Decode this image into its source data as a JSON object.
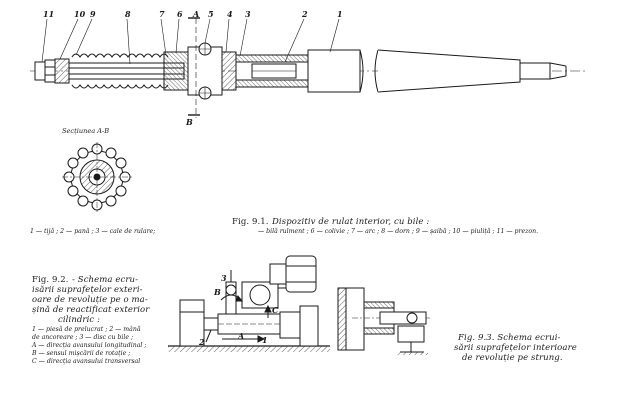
{
  "fig1": {
    "part_numbers": [
      "11",
      "10",
      "9",
      "8",
      "7",
      "6",
      "A",
      "5",
      "4",
      "3",
      "2",
      "1"
    ],
    "section_letter_bottom": "B",
    "section_title": "Secțiunea A-B",
    "caption_fig": "Fig. 9.1.",
    "caption_title": "Dispozitiv de rulat interior, cu bile :",
    "legend_line1": "1 — tijă ; 2 — pană ; 3 — cale de rulare;",
    "legend_line2": "— bilă rulment ; 6 — colivie ; 7 — arc ; 8 — dorn ; 9 — șaibă ; 10 — piuliță ; 11 — prezon."
  },
  "fig2": {
    "caption_fig": "Fig. 9.2.",
    "caption_lines": [
      "- Schema ecru-",
      "isării suprafețelor exteri-",
      "oare de revoluție pe o ma-",
      "șină de reactificat exterior",
      "cilindric :"
    ],
    "legend_lines": [
      "1 — piesă de prelucrat ; 2 — mână",
      "de ancoreare ; 3 — disc cu bile ;",
      "A — direcția avansului longitudinal ;",
      "B — sensul mișcării de rotație ;",
      "C — direcția avansului transversal"
    ],
    "labels": {
      "three": "3",
      "b": "B",
      "c": "C",
      "two": "2",
      "a": "A",
      "one": "1"
    }
  },
  "fig3": {
    "caption_lines": [
      "Fig. 9.3. Schema ecrui-",
      "sării suprafețelor interioare",
      "de revoluție pe strung."
    ]
  }
}
